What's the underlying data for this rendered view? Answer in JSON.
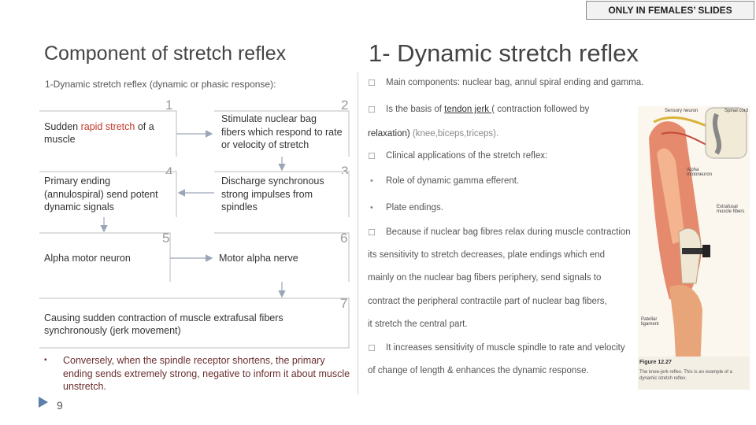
{
  "badge": "ONLY IN FEMALES’ SLIDES",
  "left_title": "Component of stretch reflex",
  "right_title": "1- Dynamic stretch reflex",
  "subtitle": "1-Dynamic stretch reflex (dynamic or phasic  response):",
  "flow": {
    "n1": "1",
    "n2": "2",
    "n3": "3",
    "n4": "4",
    "n5": "5",
    "n6": "6",
    "n7": "7",
    "box1_pre": "Sudden ",
    "box1_red": "rapid stretch",
    "box1_post": " of a muscle",
    "box2": "Stimulate nuclear bag fibers which respond to rate or velocity of stretch",
    "box3": "Discharge synchronous strong impulses from spindles",
    "box4": "Primary ending (annulospiral) send potent dynamic signals",
    "box5": "Alpha motor  neuron",
    "box6": "Motor alpha nerve",
    "box7": "Causing  sudden contraction of muscle extrafusal  fibers synchronously (jerk movement)"
  },
  "bottom_note": "Conversely, when the spindle receptor shortens, the primary ending sends extremely  strong, negative to inform it about muscle unstretch.",
  "page_number": "9",
  "right": {
    "b1": "Main components: nuclear bag, annul spiral ending and gamma.",
    "b2_pre": "Is the basis of ",
    "b2_u": "tendon jerk ",
    "b2_post": "( contraction followed  by",
    "b2_cont_a": "relaxation)",
    "b2_cont_b": " (knee,biceps,triceps).",
    "b3": "Clinical applications of the stretch reflex:",
    "b4": "Role of dynamic gamma efferent.",
    "b5": "Plate endings.",
    "b6": "Because if nuclear bag fibres relax during  muscle contraction",
    "l7": "its sensitivity to stretch  decreases, plate endings which end",
    "l8": "mainly on the nuclear bag fibers periphery, send signals to",
    "l9": "contract the peripheral contractile part of nuclear bag fibers,",
    "l10": "it stretch the central part.",
    "b11": "It increases sensitivity of muscle spindle to rate and velocity",
    "l12": "of change of length & enhances the dynamic response."
  },
  "figure": {
    "labels": [
      "Sensory neuron",
      "Spinal cord",
      "Alpha motoneuron",
      "Extrafusal muscle fibers",
      "Patellar ligament",
      "Figure 12.27"
    ],
    "caption": "The knee-jerk reflex. This is an example of a dynamic stretch reflex."
  },
  "colors": {
    "red_text": "#c0392b",
    "box_border": "#bcbcbc"
  }
}
